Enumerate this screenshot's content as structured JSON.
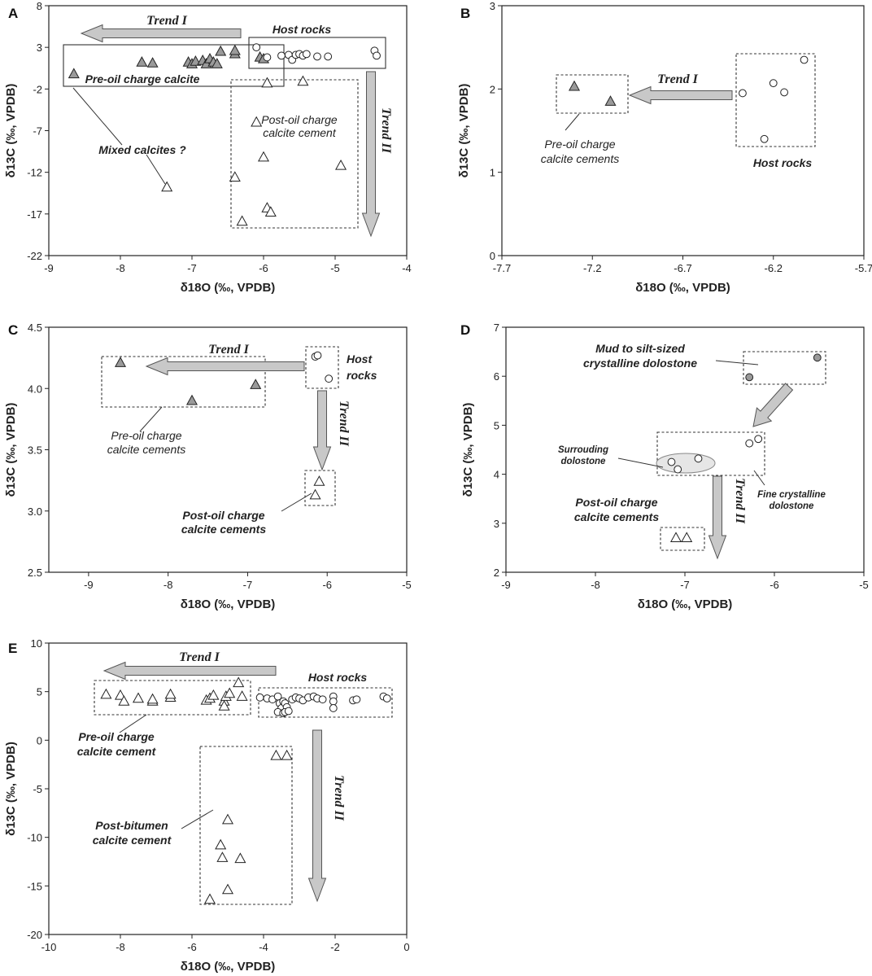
{
  "colors": {
    "axis": "#222222",
    "arrow_fill": "#c8c8c8",
    "arrow_stroke": "#555555",
    "filled_marker": "#9a9a9a",
    "open_marker": "#ffffff",
    "ellipse_fill": "#e6e6e6"
  },
  "chart_data": [
    {
      "panel": "A",
      "type": "scatter",
      "xlabel": "δ18O (‰, VPDB)",
      "ylabel": "δ13C (‰, VPDB)",
      "xlim": [
        -9,
        -4
      ],
      "ylim": [
        -22,
        8
      ],
      "xticks": [
        -9,
        -8,
        -7,
        -6,
        -5,
        -4
      ],
      "yticks": [
        -22,
        -17,
        -12,
        -7,
        -2,
        3,
        8
      ],
      "xtick_labels": [
        "-9",
        "-8",
        "-7",
        "-6",
        "-5",
        "-4"
      ],
      "ytick_labels": [
        "-22",
        "-17",
        "-12",
        "-7",
        "-2",
        "3",
        "8"
      ],
      "series": [
        {
          "marker": "triangle-filled",
          "x": [
            -8.65,
            -7.7,
            -7.55,
            -7.05,
            -7.0,
            -6.95,
            -6.85,
            -6.8,
            -6.75,
            -6.7,
            -6.65,
            -6.6,
            -6.4,
            -6.4,
            -6.05,
            -6.0
          ],
          "y": [
            -0.2,
            1.2,
            1.1,
            1.2,
            1.0,
            1.3,
            1.4,
            1.0,
            1.6,
            1.2,
            1.0,
            2.5,
            2.2,
            2.6,
            1.8,
            1.6
          ]
        },
        {
          "marker": "triangle-open",
          "x": [
            -7.35,
            -6.4,
            -6.3,
            -6.1,
            -6.0,
            -5.95,
            -5.95,
            -5.9,
            -5.45,
            -4.92
          ],
          "y": [
            -13.8,
            -12.6,
            -17.9,
            -6.0,
            -10.2,
            -16.3,
            -1.3,
            -16.8,
            -1.1,
            -11.2
          ]
        },
        {
          "marker": "circle-open",
          "x": [
            -6.1,
            -5.95,
            -5.75,
            -5.65,
            -5.6,
            -5.55,
            -5.5,
            -5.45,
            -5.4,
            -5.25,
            -5.1,
            -4.45,
            -4.42
          ],
          "y": [
            3.0,
            1.8,
            2.0,
            2.1,
            1.5,
            2.1,
            2.2,
            2.0,
            2.2,
            1.9,
            1.9,
            2.6,
            2.0
          ]
        }
      ],
      "trend_labels": [
        "Trend I",
        "Trend II"
      ],
      "annotations": [
        "Host rocks",
        "Pre-oil  charge calcite",
        "Post-oil charge",
        "calcite cement",
        "Mixed calcites ?"
      ]
    },
    {
      "panel": "B",
      "type": "scatter",
      "xlabel": "δ18O (‰, VPDB)",
      "ylabel": "δ13C (‰, VPDB)",
      "xlim": [
        -7.7,
        -5.7
      ],
      "ylim": [
        0,
        3
      ],
      "xticks": [
        -7.7,
        -7.2,
        -6.7,
        -6.2,
        -5.7
      ],
      "yticks": [
        0,
        1,
        2,
        3
      ],
      "xtick_labels": [
        "-7.7",
        "-7.2",
        "-6.7",
        "-6.2",
        "-5.7"
      ],
      "ytick_labels": [
        "0",
        "1",
        "2",
        "3"
      ],
      "series": [
        {
          "marker": "triangle-filled",
          "x": [
            -7.3,
            -7.1
          ],
          "y": [
            2.03,
            1.85
          ]
        },
        {
          "marker": "circle-open",
          "x": [
            -6.37,
            -6.2,
            -6.14,
            -6.03,
            -6.25
          ],
          "y": [
            1.95,
            2.07,
            1.96,
            2.35,
            1.4
          ]
        }
      ],
      "trend_labels": [
        "Trend I"
      ],
      "annotations": [
        "Pre-oil  charge",
        "calcite cements",
        "Host rocks"
      ]
    },
    {
      "panel": "C",
      "type": "scatter",
      "xlabel": "δ18O (‰, VPDB)",
      "ylabel": "δ13C (‰, VPDB)",
      "xlim": [
        -9.5,
        -5
      ],
      "ylim": [
        2.5,
        4.5
      ],
      "xticks": [
        -9,
        -8,
        -7,
        -6,
        -5
      ],
      "yticks": [
        2.5,
        3.0,
        3.5,
        4.0,
        4.5
      ],
      "xtick_labels": [
        "-9",
        "-8",
        "-7",
        "-6",
        "-5"
      ],
      "ytick_labels": [
        "2.5",
        "3.0",
        "3.5",
        "4.0",
        "4.5"
      ],
      "series": [
        {
          "marker": "triangle-filled",
          "x": [
            -8.6,
            -7.7,
            -6.9
          ],
          "y": [
            4.21,
            3.9,
            4.03
          ]
        },
        {
          "marker": "triangle-open",
          "x": [
            -6.1,
            -6.15
          ],
          "y": [
            3.24,
            3.13
          ]
        },
        {
          "marker": "circle-open",
          "x": [
            -6.15,
            -6.12,
            -5.98
          ],
          "y": [
            4.26,
            4.27,
            4.08
          ]
        }
      ],
      "trend_labels": [
        "Trend I",
        "Trend II"
      ],
      "annotations": [
        "Host",
        "rocks",
        "Pre-oil  charge",
        "calcite cements",
        "Post-oil  charge",
        "calcite cements"
      ]
    },
    {
      "panel": "D",
      "type": "scatter",
      "xlabel": "δ18O (‰, VPDB)",
      "ylabel": "δ13C (‰, VPDB)",
      "xlim": [
        -9,
        -5
      ],
      "ylim": [
        2,
        7
      ],
      "xticks": [
        -9,
        -8,
        -7,
        -6,
        -5
      ],
      "yticks": [
        2,
        3,
        4,
        5,
        6,
        7
      ],
      "xtick_labels": [
        "-9",
        "-8",
        "-7",
        "-6",
        "-5"
      ],
      "ytick_labels": [
        "2",
        "3",
        "4",
        "5",
        "6",
        "7"
      ],
      "series": [
        {
          "marker": "circle-filled",
          "x": [
            -6.28,
            -5.52
          ],
          "y": [
            5.98,
            6.38
          ]
        },
        {
          "marker": "circle-open",
          "x": [
            -7.15,
            -7.08,
            -6.85,
            -6.28,
            -6.18
          ],
          "y": [
            4.25,
            4.1,
            4.32,
            4.63,
            4.72
          ]
        },
        {
          "marker": "triangle-open",
          "x": [
            -7.1,
            -6.98
          ],
          "y": [
            2.7,
            2.7
          ]
        }
      ],
      "trend_labels": [
        "Trend II"
      ],
      "annotations": [
        "Mud to silt-sized",
        "crystalline dolostone",
        "Surrouding",
        "dolostone",
        "Fine crystalline",
        "dolostone",
        "Post-oil  charge",
        "calcite cements"
      ]
    },
    {
      "panel": "E",
      "type": "scatter",
      "xlabel": "δ18O (‰, VPDB)",
      "ylabel": "δ13C (‰, VPDB)",
      "xlim": [
        -10,
        0
      ],
      "ylim": [
        -20,
        10
      ],
      "xticks": [
        -10,
        -8,
        -6,
        -4,
        -2,
        0
      ],
      "yticks": [
        -20,
        -15,
        -10,
        -5,
        0,
        5,
        10
      ],
      "xtick_labels": [
        "-10",
        "-8",
        "-6",
        "-4",
        "-2",
        "0"
      ],
      "ytick_labels": [
        "-20",
        "-15",
        "-10",
        "-5",
        "0",
        "5",
        "10"
      ],
      "series": [
        {
          "marker": "triangle-open",
          "x": [
            -8.4,
            -8.0,
            -7.9,
            -7.5,
            -7.1,
            -7.1,
            -6.6,
            -6.6,
            -5.6,
            -5.5,
            -5.4,
            -5.1,
            -5.1,
            -5.05,
            -4.95,
            -4.7,
            -4.6
          ],
          "y": [
            4.7,
            4.6,
            4.0,
            4.3,
            4.0,
            4.2,
            4.4,
            4.7,
            4.1,
            4.3,
            4.6,
            4.0,
            3.5,
            4.5,
            4.8,
            5.9,
            4.5
          ]
        },
        {
          "marker": "triangle-open",
          "x": [
            -3.65,
            -3.35,
            -5.0,
            -5.2,
            -5.15,
            -4.65,
            -5.0,
            -5.5
          ],
          "y": [
            -1.6,
            -1.6,
            -8.2,
            -10.8,
            -12.1,
            -12.2,
            -15.4,
            -16.4
          ]
        },
        {
          "marker": "circle-open",
          "x": [
            -4.1,
            -3.9,
            -3.75,
            -3.6,
            -3.55,
            -3.5,
            -3.45,
            -3.4,
            -3.35,
            -3.2,
            -3.1,
            -3.0,
            -2.9,
            -2.75,
            -2.6,
            -2.5,
            -2.35,
            -2.05,
            -2.05,
            -2.05,
            -1.5,
            -1.4,
            -0.65,
            -0.55,
            -3.6,
            -3.45,
            -3.4,
            -3.3
          ],
          "y": [
            4.4,
            4.3,
            4.2,
            4.5,
            3.8,
            3.3,
            4.0,
            3.8,
            3.4,
            4.2,
            4.4,
            4.3,
            4.1,
            4.4,
            4.5,
            4.3,
            4.2,
            4.5,
            4.0,
            3.3,
            4.1,
            4.2,
            4.5,
            4.3,
            2.9,
            2.8,
            2.9,
            3.0
          ]
        }
      ],
      "trend_labels": [
        "Trend I",
        "Trend II"
      ],
      "annotations": [
        "Host rocks",
        "Pre-oil  charge",
        "calcite cement",
        "Post-bitumen",
        "calcite cement"
      ]
    }
  ]
}
